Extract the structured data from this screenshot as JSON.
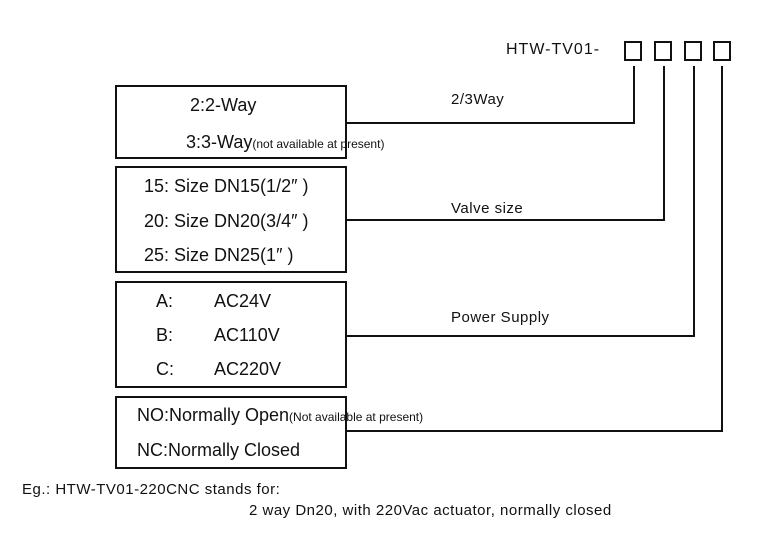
{
  "model": {
    "prefix": "HTW-TV01-",
    "slots": [
      "",
      "",
      "",
      ""
    ]
  },
  "groups": [
    {
      "connector_label": "2/3Way",
      "options": [
        {
          "main": "2:2-Way",
          "note": ""
        },
        {
          "main": "3:3-Way",
          "note": "(not available at present)"
        }
      ]
    },
    {
      "connector_label": "Valve size",
      "options": [
        {
          "main": "15: Size DN15(1/2″ )",
          "note": ""
        },
        {
          "main": "20: Size DN20(3/4″ )",
          "note": ""
        },
        {
          "main": "25: Size DN25(1″ )",
          "note": ""
        }
      ]
    },
    {
      "connector_label": "Power Supply",
      "options": [
        {
          "code": "A:",
          "value": "AC24V"
        },
        {
          "code": "B:",
          "value": "AC110V"
        },
        {
          "code": "C:",
          "value": "AC220V"
        }
      ]
    },
    {
      "connector_label": "",
      "options": [
        {
          "main": "NO:Normally Open",
          "note": "(Not available at present)"
        },
        {
          "main": "NC:Normally Closed",
          "note": ""
        }
      ]
    }
  ],
  "example": {
    "line1": "Eg.: HTW-TV01-220CNC stands for:",
    "line2": "2 way Dn20, with 220Vac actuator, normally closed"
  }
}
